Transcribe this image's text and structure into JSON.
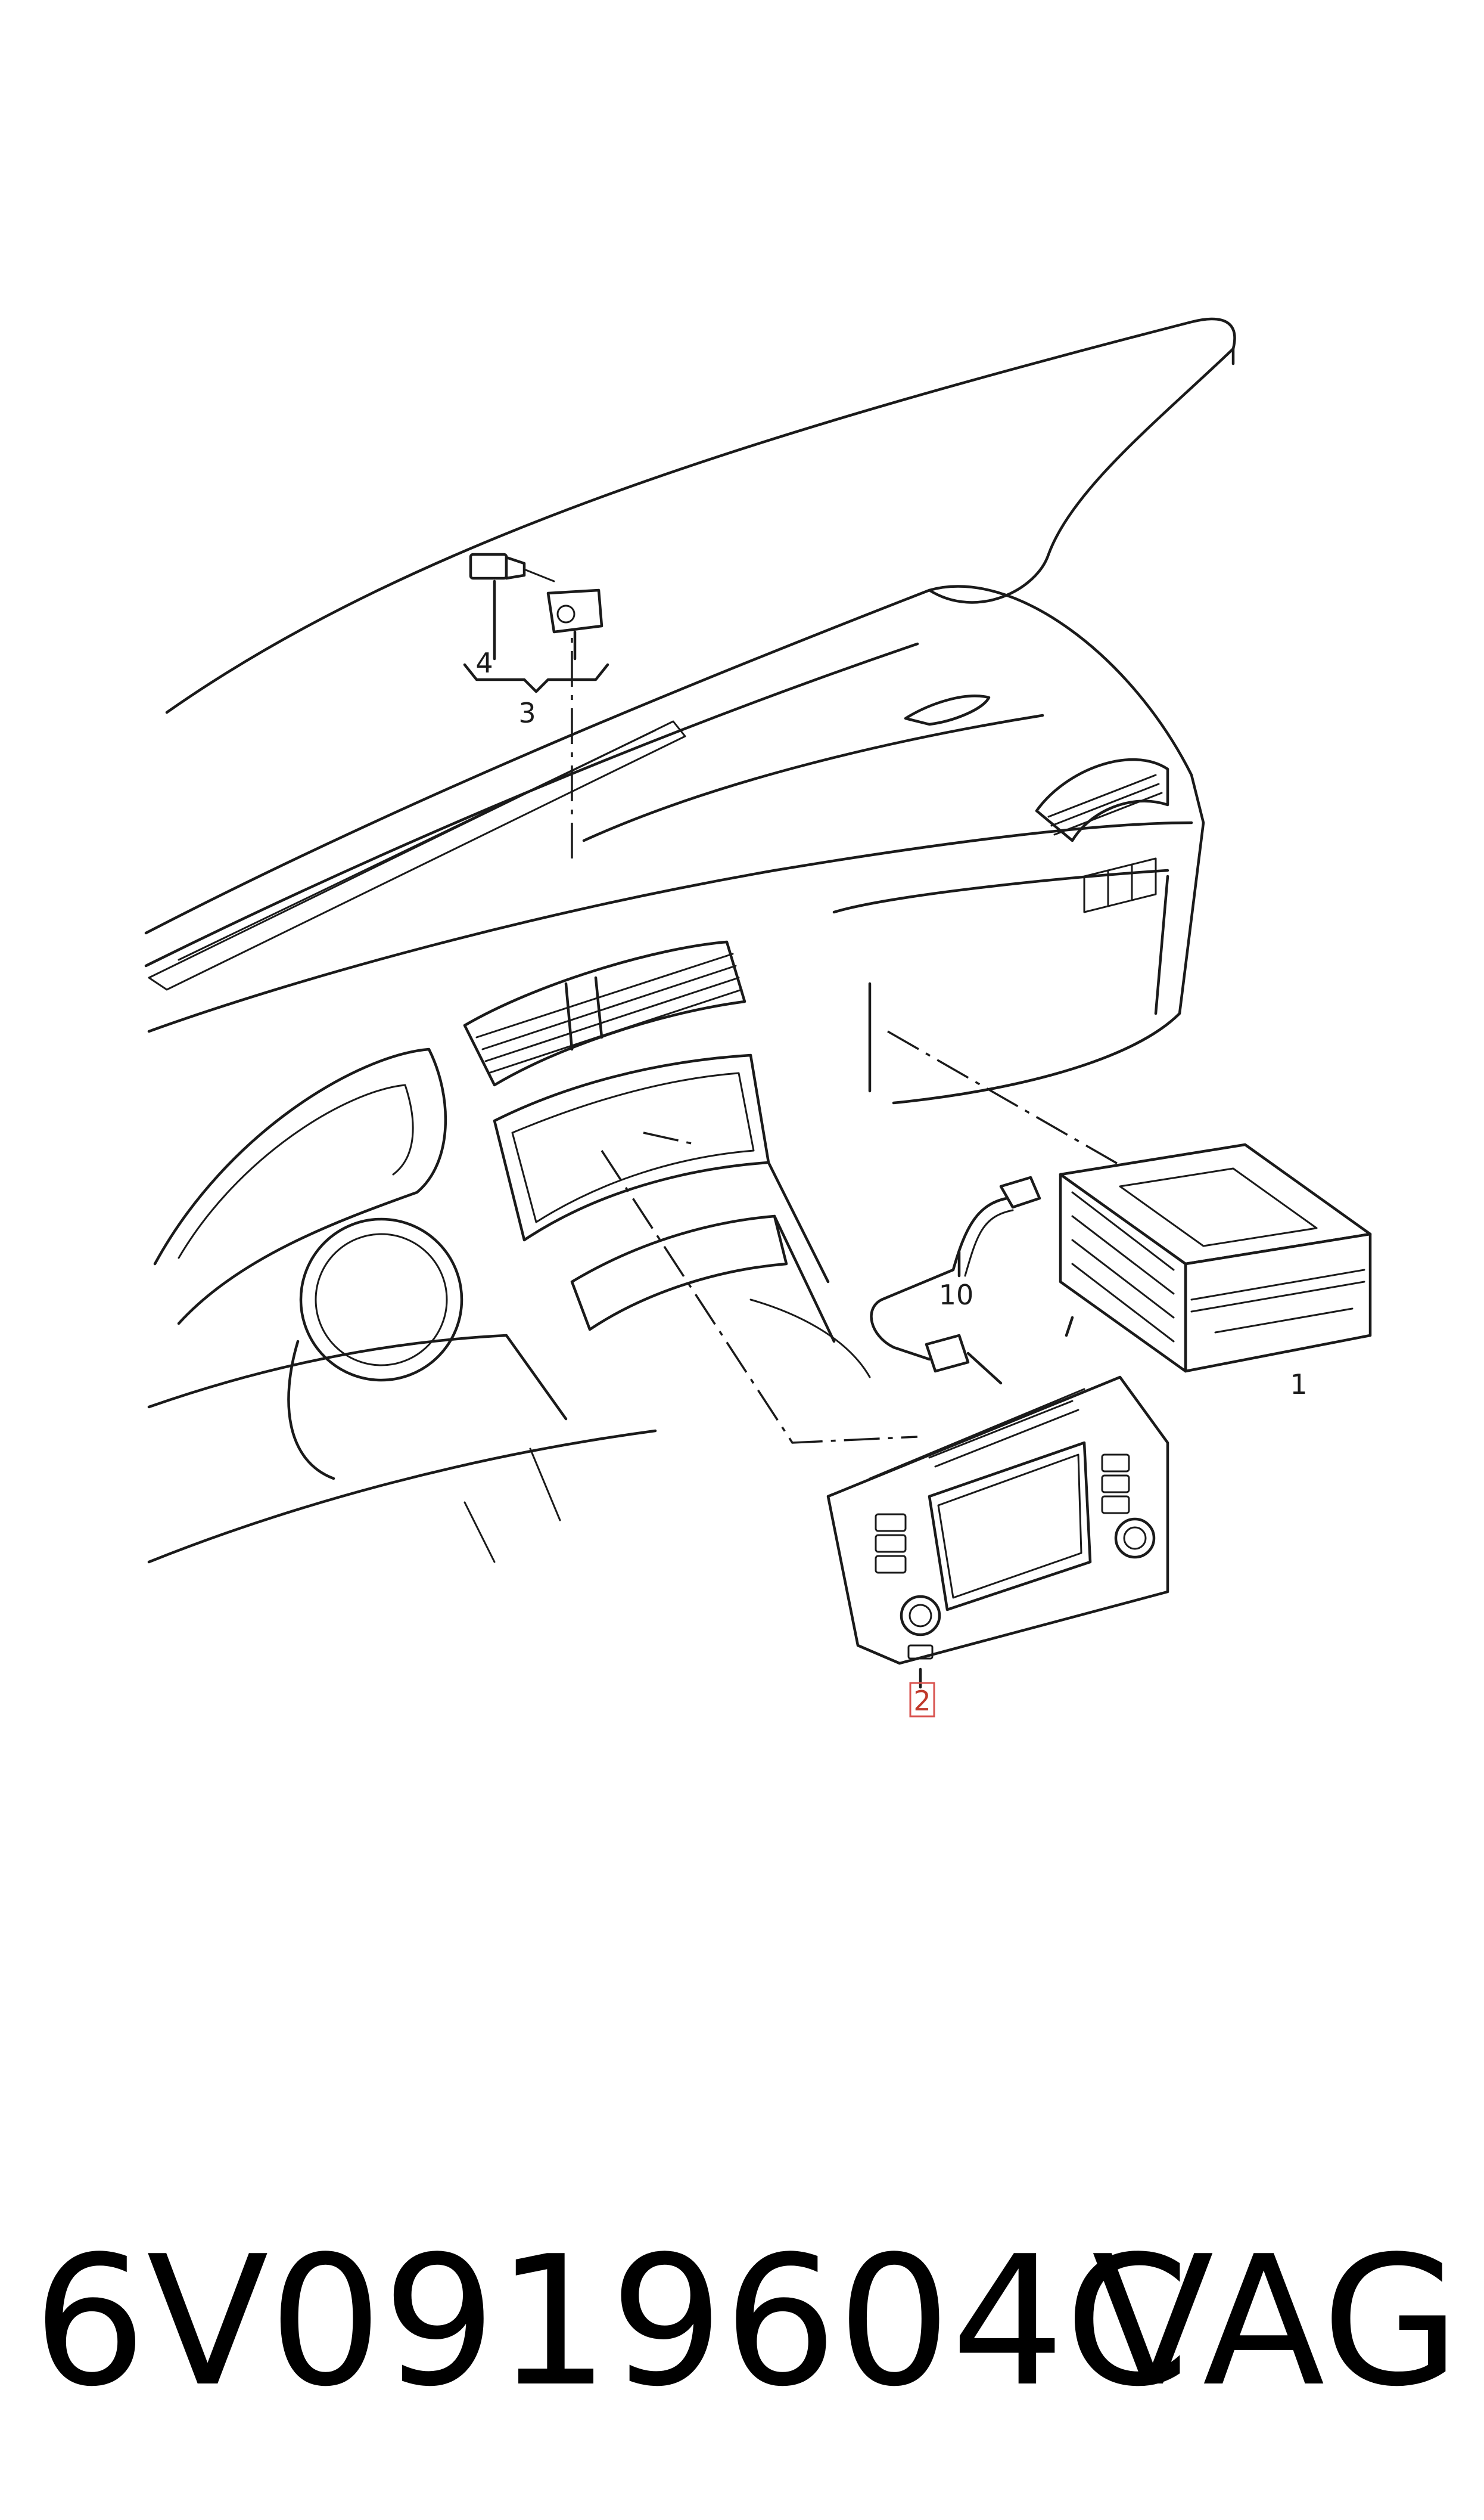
{
  "callouts": {
    "c1": "1",
    "c2": "2",
    "c3": "3",
    "c4": "4",
    "c10": "10"
  },
  "footer": {
    "part_number": "6V0919604C",
    "brand": "VAG"
  },
  "colors": {
    "line": "#1a1a1a",
    "highlight_box": "#d9534f"
  }
}
